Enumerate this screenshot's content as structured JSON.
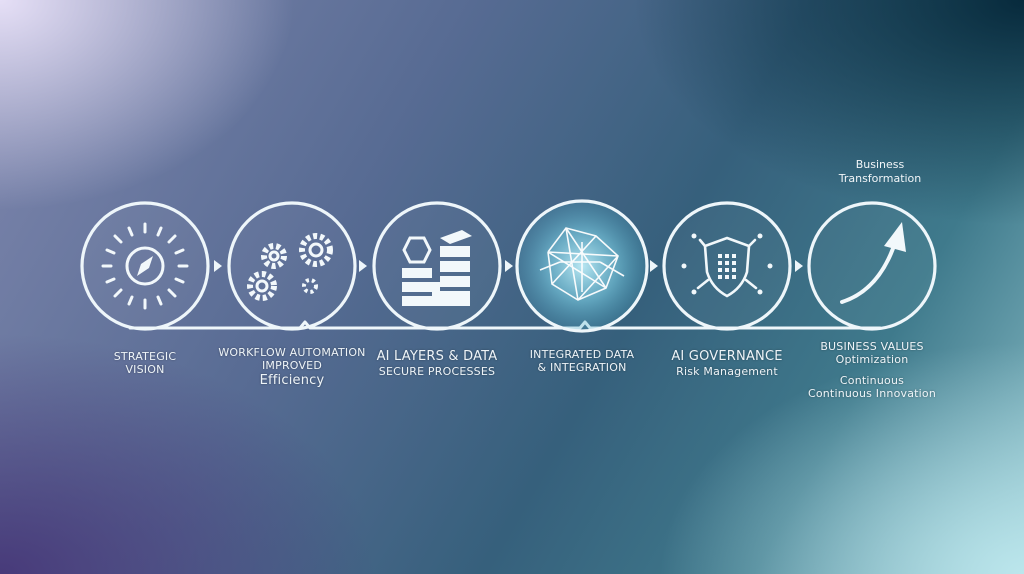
{
  "header_label": {
    "line1": "Business",
    "line2": "Transformation"
  },
  "steps": [
    {
      "icon": "compass-icon",
      "lines": [
        "STRATEGIC",
        "VISION"
      ]
    },
    {
      "icon": "gears-icon",
      "lines": [
        "WORKFLOW AUTOMATION",
        "IMPROVED",
        "Efficiency"
      ]
    },
    {
      "icon": "building-blocks-icon",
      "lines": [
        "AI LAYERS & DATA",
        "SECURE PROCESSES"
      ]
    },
    {
      "icon": "network-mesh-icon",
      "lines": [
        "INTEGRATED DATA",
        "& INTEGRATION"
      ]
    },
    {
      "icon": "shield-icon",
      "lines": [
        "AI GOVERNANCE",
        "Risk Management"
      ]
    },
    {
      "icon": "growth-arrow-icon",
      "lines": [
        "BUSINESS VALUES",
        "Optimization",
        "Continuous",
        "Continuous Innovation"
      ]
    }
  ],
  "colors": {
    "stroke": "#eef6fa",
    "glow": "#8fe6f5"
  }
}
